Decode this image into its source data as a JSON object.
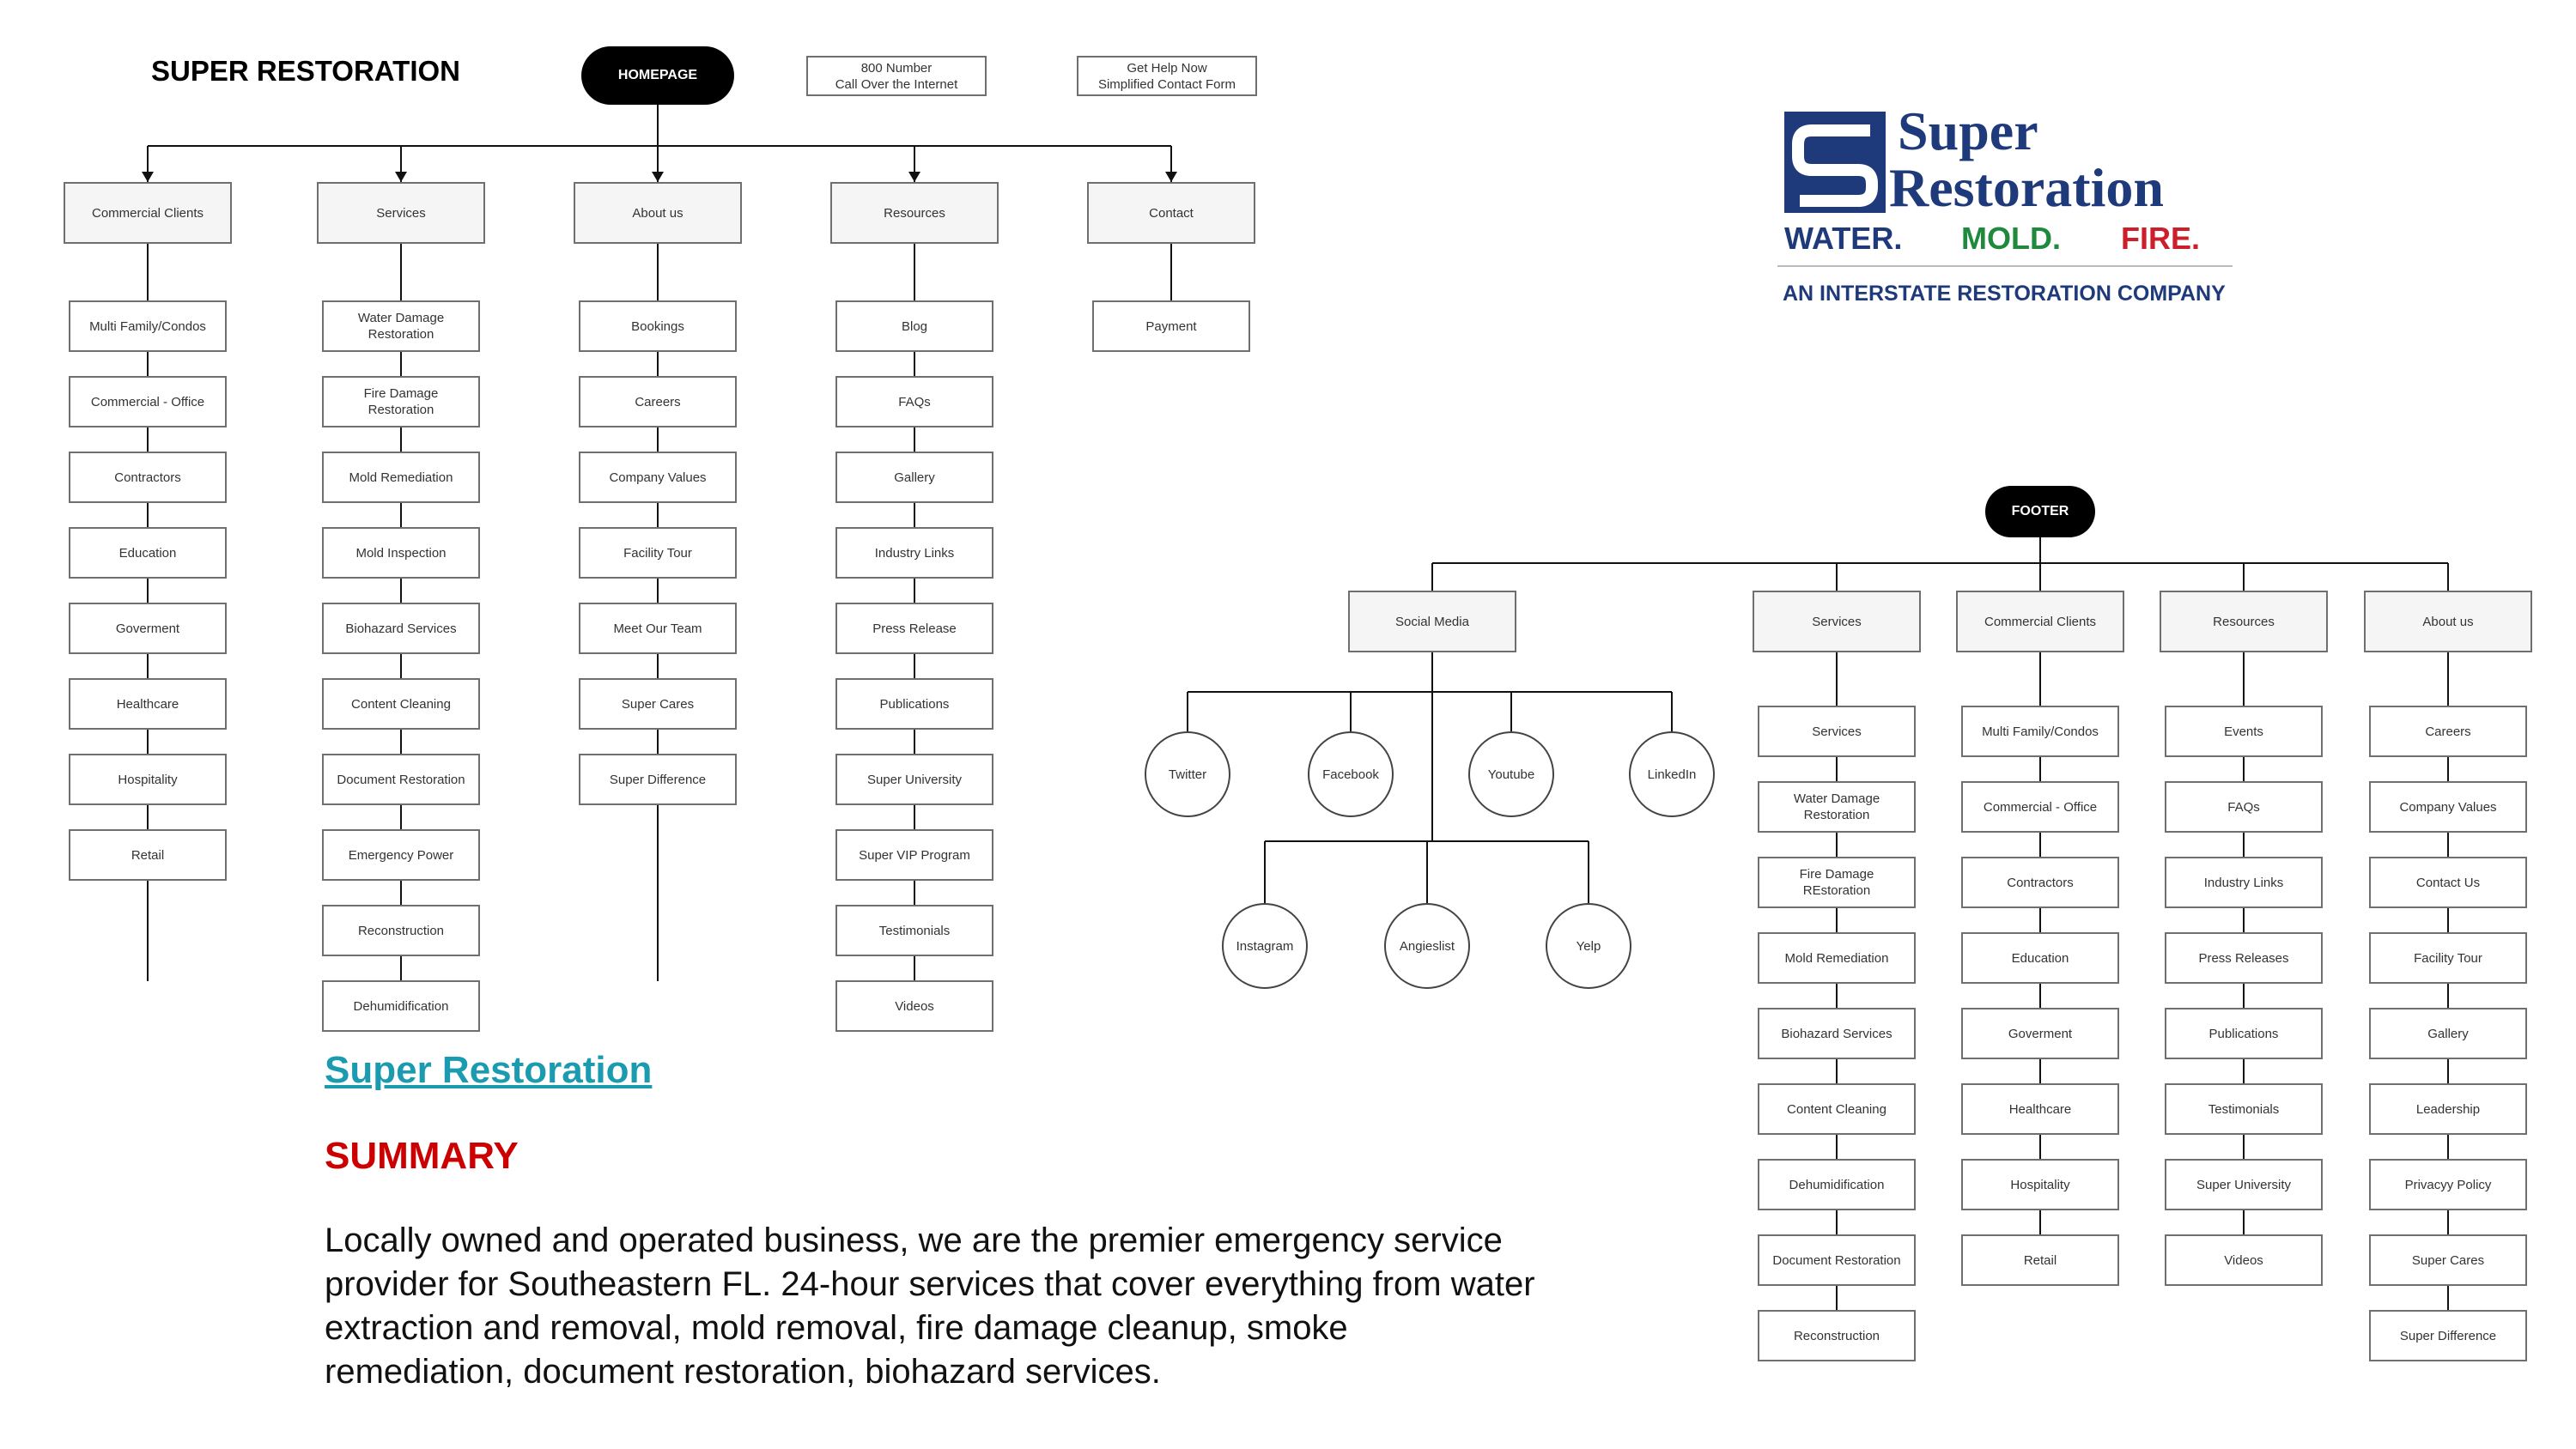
{
  "title": "SUPER RESTORATION",
  "homepage": {
    "root": "HOMEPAGE",
    "utility": [
      "800 Number\nCall Over the Internet",
      "Get Help Now\nSimplified Contact Form"
    ],
    "columns": [
      {
        "label": "Commercial Clients",
        "items": [
          "Multi Family/Condos",
          "Commercial - Office",
          "Contractors",
          "Education",
          "Goverment",
          "Healthcare",
          "Hospitality",
          "Retail"
        ]
      },
      {
        "label": "Services",
        "items": [
          "Water Damage\nRestoration",
          "Fire Damage\nRestoration",
          "Mold Remediation",
          "Mold Inspection",
          "Biohazard Services",
          "Content Cleaning",
          "Document Restoration",
          "Emergency Power",
          "Reconstruction",
          "Dehumidification"
        ]
      },
      {
        "label": "About us",
        "items": [
          "Bookings",
          "Careers",
          "Company Values",
          "Facility Tour",
          "Meet Our Team",
          "Super Cares",
          "Super Difference"
        ]
      },
      {
        "label": "Resources",
        "items": [
          "Blog",
          "FAQs",
          "Gallery",
          "Industry Links",
          "Press Release",
          "Publications",
          "Super University",
          "Super VIP Program",
          "Testimonials",
          "Videos"
        ]
      },
      {
        "label": "Contact",
        "items": [
          "Payment"
        ]
      }
    ]
  },
  "footer": {
    "root": "FOOTER",
    "social": {
      "label": "Social Media",
      "row1": [
        "Twitter",
        "Facebook",
        "Youtube",
        "LinkedIn"
      ],
      "row2": [
        "Instagram",
        "Angieslist",
        "Yelp"
      ]
    },
    "columns": [
      {
        "label": "Services",
        "items": [
          "Services",
          "Water Damage\nRestoration",
          "Fire Damage\nREstoration",
          "Mold Remediation",
          "Biohazard Services",
          "Content Cleaning",
          "Dehumidification",
          "Document Restoration",
          "Reconstruction"
        ]
      },
      {
        "label": "Commercial Clients",
        "items": [
          "Multi Family/Condos",
          "Commercial - Office",
          "Contractors",
          "Education",
          "Goverment",
          "Healthcare",
          "Hospitality",
          "Retail"
        ]
      },
      {
        "label": "Resources",
        "items": [
          "Events",
          "FAQs",
          "Industry Links",
          "Press Releases",
          "Publications",
          "Testimonials",
          "Super University",
          "Videos"
        ]
      },
      {
        "label": "About us",
        "items": [
          "Careers",
          "Company Values",
          "Contact Us",
          "Facility Tour",
          "Gallery",
          "Leadership",
          "Privacyy Policy",
          "Super Cares",
          "Super Difference"
        ]
      }
    ]
  },
  "logo": {
    "word1": "Super",
    "word2": "Restoration",
    "water": "WATER.",
    "mold": "MOLD.",
    "fire": "FIRE.",
    "tagline": "AN INTERSTATE RESTORATION COMPANY",
    "navy": "#1f3a7a",
    "green": "#1f8a3c",
    "red": "#cc1f2b"
  },
  "link_text": "Super Restoration",
  "summary_title": "SUMMARY",
  "summary_text": "Locally owned and operated business, we are the premier emergency service provider for Southeastern FL. 24-hour services that cover everything from water extraction and removal, mold removal, fire damage cleanup, smoke remediation, document restoration, biohazard services."
}
